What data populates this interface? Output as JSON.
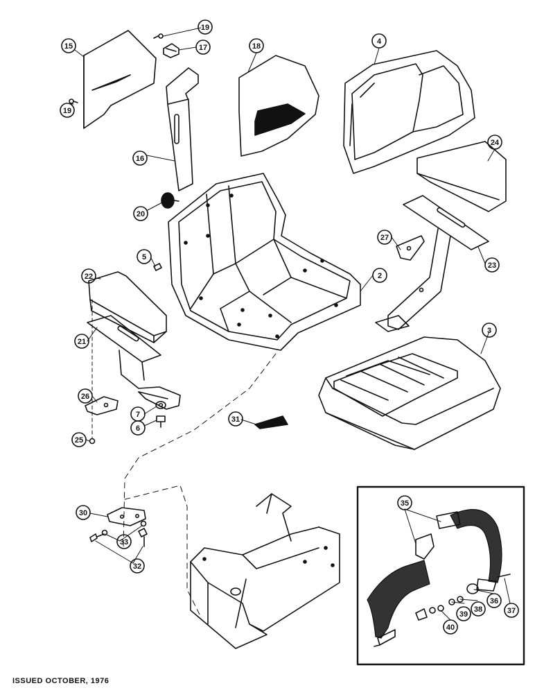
{
  "footer": {
    "issued": "ISSUED OCTOBER, 1976"
  },
  "callouts": {
    "c2": "2",
    "c3": "3",
    "c4": "4",
    "c5": "5",
    "c6": "6",
    "c7": "7",
    "c15": "15",
    "c16": "16",
    "c17": "17",
    "c18": "18",
    "c19a": "19",
    "c19b": "19",
    "c20": "20",
    "c21": "21",
    "c22": "22",
    "c23": "23",
    "c24": "24",
    "c25": "25",
    "c26": "26",
    "c27": "27",
    "c30": "30",
    "c31": "31",
    "c32": "32",
    "c33": "33",
    "c35": "35",
    "c36": "36",
    "c37": "37",
    "c38": "38",
    "c39": "39",
    "c40": "40"
  }
}
